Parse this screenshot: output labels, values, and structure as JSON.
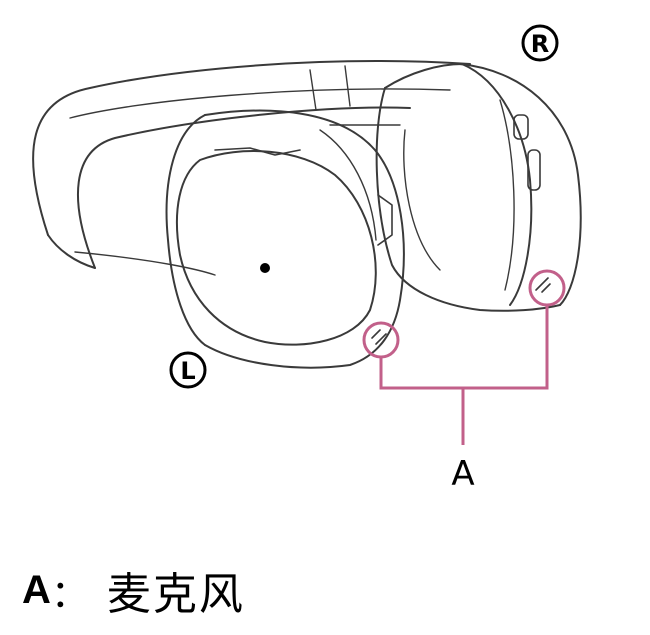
{
  "diagram": {
    "labels": {
      "right": "R",
      "left": "L",
      "callout": "A"
    },
    "colors": {
      "line": "#3a3a3a",
      "callout": "#c2608a"
    }
  },
  "caption": {
    "letter": "A",
    "separator": "：",
    "text": "麦克风"
  }
}
